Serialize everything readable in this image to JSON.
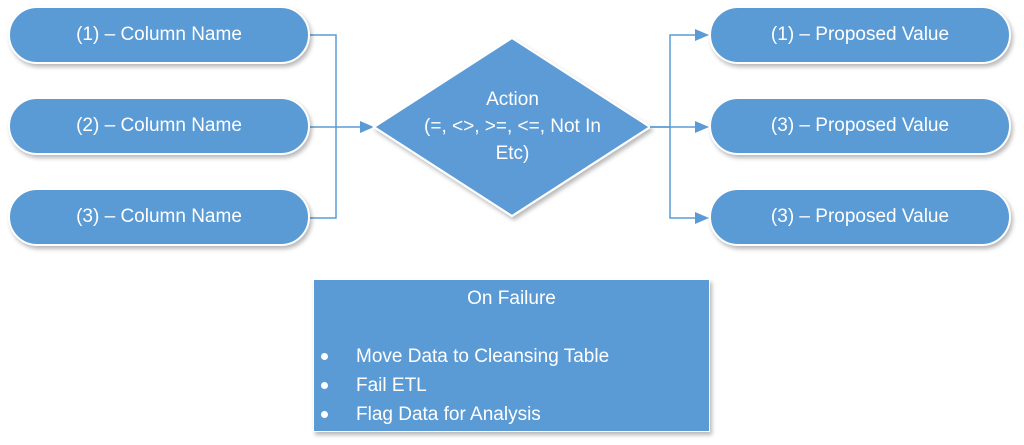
{
  "colors": {
    "shape_fill": "#5b9bd5",
    "connector": "#5b9bd5",
    "text": "#ffffff"
  },
  "inputs": [
    {
      "label": "(1) – Column Name"
    },
    {
      "label": "(2) – Column Name"
    },
    {
      "label": "(3) – Column Name"
    }
  ],
  "action": {
    "line1": "Action",
    "line2": "(=, <>, >=, <=, Not In",
    "line3": "Etc)"
  },
  "outputs": [
    {
      "label": "(1) – Proposed Value"
    },
    {
      "label": "(3) – Proposed Value"
    },
    {
      "label": "(3) – Proposed Value"
    }
  ],
  "on_failure": {
    "title": "On Failure",
    "items": [
      "Move Data to Cleansing Table",
      "Fail ETL",
      "Flag Data for Analysis"
    ]
  }
}
